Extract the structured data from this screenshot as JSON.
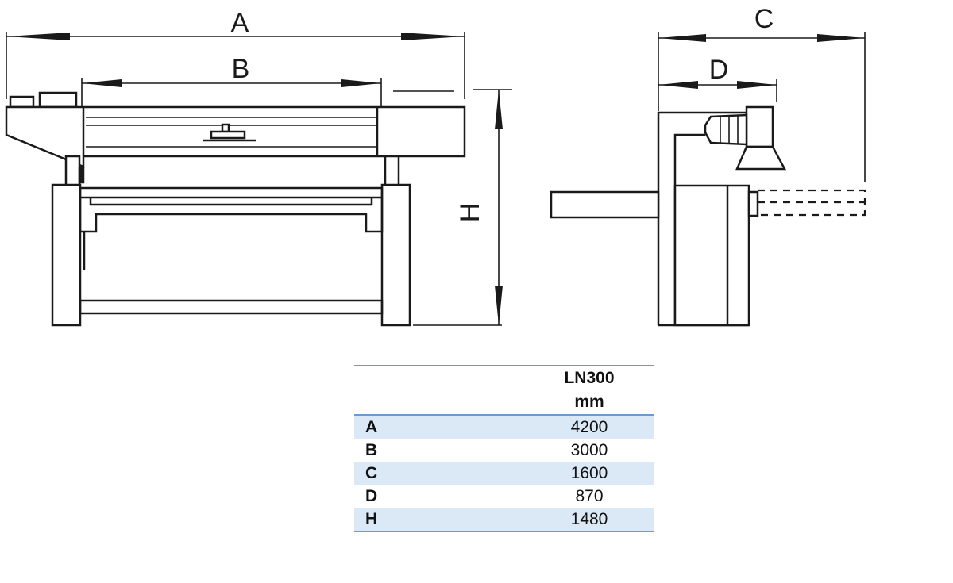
{
  "dimension_labels": {
    "a": "A",
    "b": "B",
    "c": "C",
    "d": "D",
    "h": "H"
  },
  "table": {
    "model": "LN300",
    "unit": "mm",
    "rows": [
      {
        "label": "A",
        "value": "4200"
      },
      {
        "label": "B",
        "value": "3000"
      },
      {
        "label": "C",
        "value": "1600"
      },
      {
        "label": "D",
        "value": "870"
      },
      {
        "label": "H",
        "value": "1480"
      }
    ]
  },
  "colors": {
    "rule": "#6b9bd1",
    "row_shade": "#dbe9f7",
    "ink": "#1a1a1a"
  }
}
